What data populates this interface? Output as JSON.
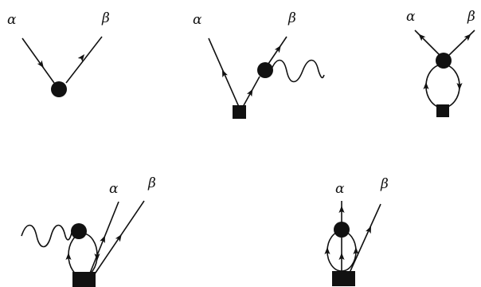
{
  "labels": {
    "alpha": "α",
    "beta": "β"
  },
  "diagrams": [
    {
      "name": "diagram-1",
      "labels": [
        "α",
        "β"
      ]
    },
    {
      "name": "diagram-2",
      "labels": [
        "α",
        "β"
      ]
    },
    {
      "name": "diagram-3",
      "labels": [
        "α",
        "β"
      ]
    },
    {
      "name": "diagram-4",
      "labels": [
        "α",
        "β"
      ]
    },
    {
      "name": "diagram-5",
      "labels": [
        "α",
        "β"
      ]
    }
  ],
  "colors": {
    "ink": "#111111",
    "background": "#ffffff"
  }
}
